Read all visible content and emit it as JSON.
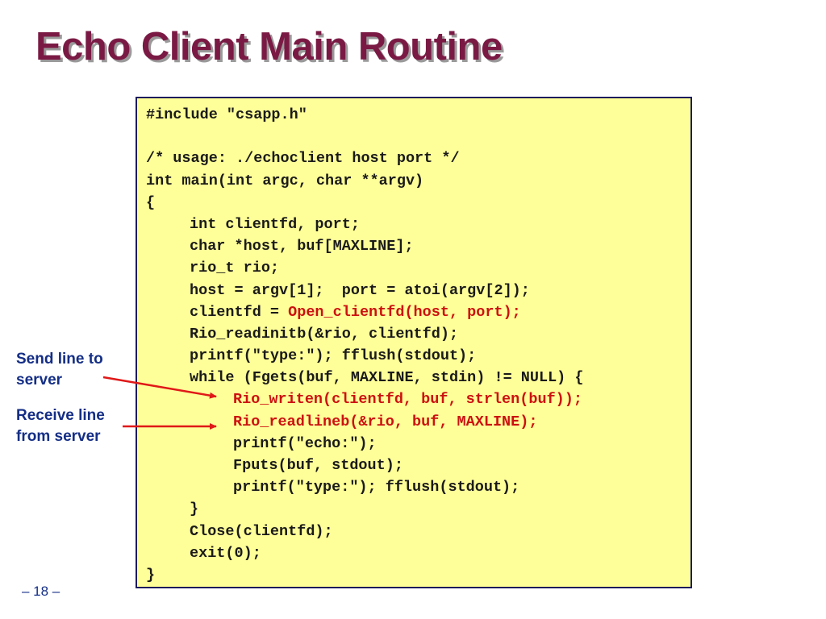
{
  "slide": {
    "title": "Echo Client Main Routine",
    "page_number": "– 18 –"
  },
  "annotations": {
    "send": {
      "line1": "Send line to",
      "line2": "server"
    },
    "receive": {
      "line1": "Receive line",
      "line2": "from server"
    }
  },
  "code": {
    "lines": [
      {
        "indent": 0,
        "segments": [
          {
            "text": "#include \"csapp.h\"",
            "color": "black"
          }
        ]
      },
      {
        "indent": 0,
        "segments": [
          {
            "text": "",
            "color": "black"
          }
        ]
      },
      {
        "indent": 0,
        "segments": [
          {
            "text": "/* usage: ./echoclient host port */",
            "color": "black"
          }
        ]
      },
      {
        "indent": 0,
        "segments": [
          {
            "text": "int main(int argc, char **argv)",
            "color": "black"
          }
        ]
      },
      {
        "indent": 0,
        "segments": [
          {
            "text": "{",
            "color": "black"
          }
        ]
      },
      {
        "indent": 1,
        "segments": [
          {
            "text": "int clientfd, port;",
            "color": "black"
          }
        ]
      },
      {
        "indent": 1,
        "segments": [
          {
            "text": "char *host, buf[MAXLINE];",
            "color": "black"
          }
        ]
      },
      {
        "indent": 1,
        "segments": [
          {
            "text": "rio_t rio;",
            "color": "black"
          }
        ]
      },
      {
        "indent": 1,
        "segments": [
          {
            "text": "host = argv[1];  port = atoi(argv[2]);",
            "color": "black"
          }
        ]
      },
      {
        "indent": 1,
        "segments": [
          {
            "text": "clientfd = ",
            "color": "black"
          },
          {
            "text": "Open_clientfd(host, port);",
            "color": "red"
          }
        ]
      },
      {
        "indent": 1,
        "segments": [
          {
            "text": "Rio_readinitb(&rio, clientfd);",
            "color": "black"
          }
        ]
      },
      {
        "indent": 1,
        "segments": [
          {
            "text": "printf(\"type:\"); fflush(stdout);",
            "color": "black"
          }
        ]
      },
      {
        "indent": 1,
        "segments": [
          {
            "text": "while (Fgets(buf, MAXLINE, stdin) != NULL) {",
            "color": "black"
          }
        ]
      },
      {
        "indent": 2,
        "segments": [
          {
            "text": "Rio_writen(clientfd, buf, strlen(buf));",
            "color": "red"
          }
        ]
      },
      {
        "indent": 2,
        "segments": [
          {
            "text": "Rio_readlineb(&rio, buf, MAXLINE);",
            "color": "red"
          }
        ]
      },
      {
        "indent": 2,
        "segments": [
          {
            "text": "printf(\"echo:\");",
            "color": "black"
          }
        ]
      },
      {
        "indent": 2,
        "segments": [
          {
            "text": "Fputs(buf, stdout);",
            "color": "black"
          }
        ]
      },
      {
        "indent": 2,
        "segments": [
          {
            "text": "printf(\"type:\"); fflush(stdout);",
            "color": "black"
          }
        ]
      },
      {
        "indent": 1,
        "segments": [
          {
            "text": "}",
            "color": "black"
          }
        ]
      },
      {
        "indent": 1,
        "segments": [
          {
            "text": "Close(clientfd);",
            "color": "black"
          }
        ]
      },
      {
        "indent": 1,
        "segments": [
          {
            "text": "exit(0);",
            "color": "black"
          }
        ]
      },
      {
        "indent": 0,
        "segments": [
          {
            "text": "}",
            "color": "black"
          }
        ]
      }
    ]
  },
  "colors": {
    "title": "#7a1a44",
    "title_shadow": "#9a9a9a",
    "code_background": "#ffff99",
    "code_border": "#1c1c5c",
    "code_text": "#1a1a1a",
    "highlight": "#cc1111",
    "annotation_text": "#142e86",
    "arrow": "#e01818"
  }
}
